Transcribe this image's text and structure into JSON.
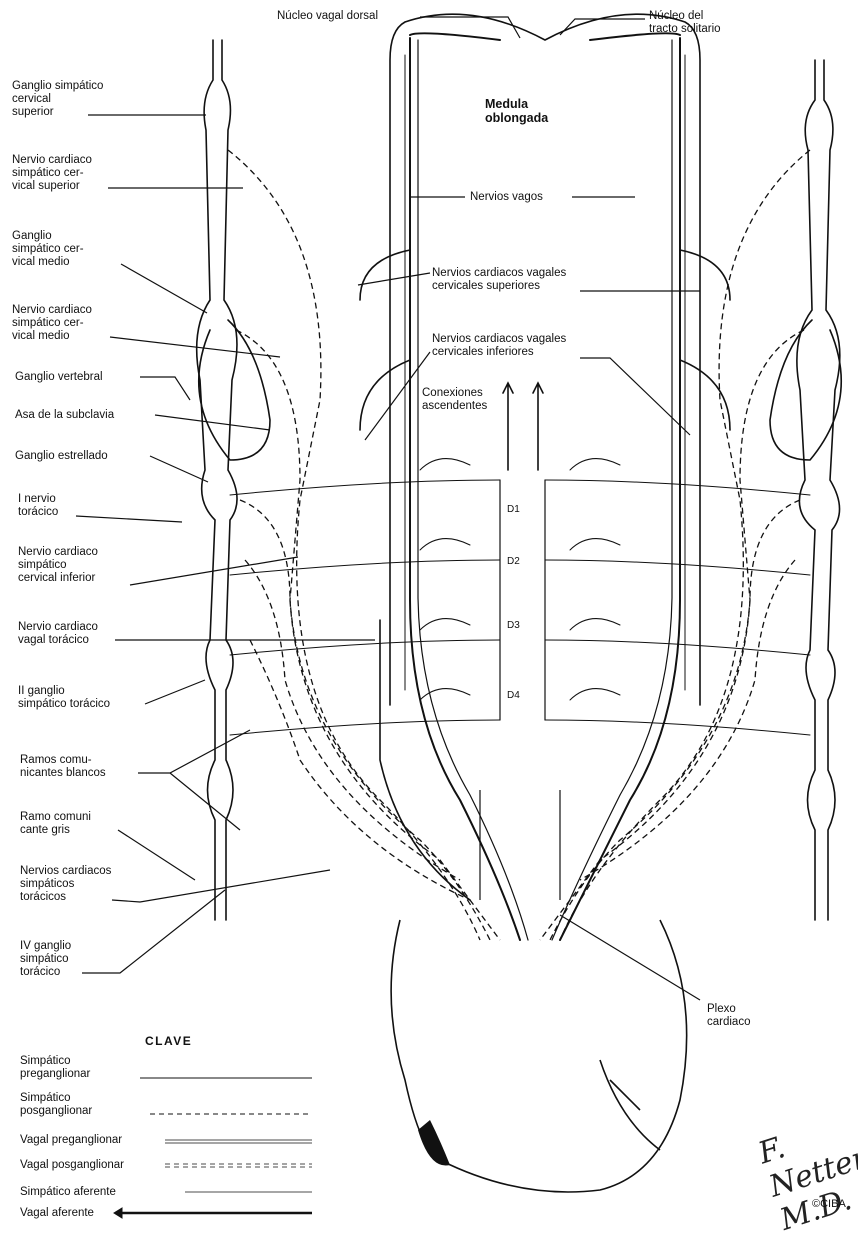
{
  "labels": {
    "nucleo_vagal_dorsal": "Núcleo vagal dorsal",
    "nucleo_tracto_solitario": "Núcleo del\ntracto solitario",
    "medula_oblongada": "Medula\noblongada",
    "nervios_vagos": "Nervios vagos",
    "vagales_superiores": "Nervios cardiacos vagales\ncervicales superiores",
    "vagales_inferiores": "Nervios cardiacos vagales\ncervicales inferiores",
    "conexiones_ascendentes": "Conexiones\nascendentes",
    "ganglio_cervical_superior": "Ganglio simpático\ncervical\nsuperior",
    "nervio_cervical_superior": "Nervio cardiaco\nsimpático cer-\nvical superior",
    "ganglio_cervical_medio": "Ganglio\nsimpático cer-\nvical medio",
    "nervio_cervical_medio": "Nervio cardiaco\nsimpático cer-\nvical medio",
    "ganglio_vertebral": "Ganglio vertebral",
    "asa_subclavia": "Asa de la subclavia",
    "ganglio_estrellado": "Ganglio estrellado",
    "i_nervio_toracico": "I nervio\ntorácico",
    "nervio_cervical_inferior": "Nervio cardiaco\nsimpático\ncervical inferior",
    "nervio_vagal_toracico": "Nervio cardiaco\nvagal torácico",
    "ii_ganglio_toracico": "II ganglio\nsimpático torácico",
    "ramos_blancos": "Ramos comu-\nnicantes blancos",
    "ramo_gris": "Ramo comuni\ncante gris",
    "nervios_toracicos": "Nervios cardiacos\nsimpáticos\ntorácicos",
    "iv_ganglio_toracico": "IV ganglio\nsimpático\ntorácico",
    "plexo_cardiaco": "Plexo\ncardiaco"
  },
  "segments": [
    "D1",
    "D2",
    "D3",
    "D4"
  ],
  "key": {
    "title": "CLAVE",
    "items": [
      {
        "label": "Simpático\npreganglionar",
        "style": "solid"
      },
      {
        "label": "Simpático\nposganglionar",
        "style": "dashed"
      },
      {
        "label": "Vagal preganglionar",
        "style": "double"
      },
      {
        "label": "Vagal posganglionar",
        "style": "dash-double"
      },
      {
        "label": "Simpático aferente",
        "style": "thin"
      },
      {
        "label": "Vagal aferente",
        "style": "thick-arrow"
      }
    ]
  },
  "signature": "F. Netter M.D.",
  "copyright": "©CIBA"
}
